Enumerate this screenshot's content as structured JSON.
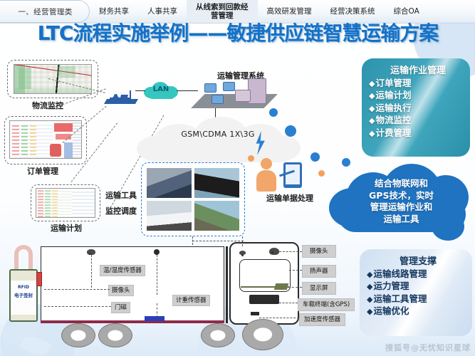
{
  "nav": {
    "category_chip": "一、经营管理类",
    "tabs": [
      {
        "label": "财务共享",
        "active": false
      },
      {
        "label": "人事共享",
        "active": false
      },
      {
        "label": "从线索到回款经\n营管理",
        "active": true
      },
      {
        "label": "高效研发管理",
        "active": false
      },
      {
        "label": "经营决策系统",
        "active": false
      },
      {
        "label": "综合OA",
        "active": false
      }
    ]
  },
  "slide": {
    "title": "LTC流程实施举例——敏捷供应链智慧运输方案",
    "watermark": "搜狐号@无忧知识星球"
  },
  "left_modules": [
    {
      "caption": "物流监控"
    },
    {
      "caption": "订单管理"
    },
    {
      "caption": "运输计划"
    }
  ],
  "labels": {
    "transport_tool_line1": "运输工具",
    "transport_tool_line2": "监控调度",
    "tms": "运输管理系统",
    "lan": "LAN",
    "network": "GSM\\CDMA 1X\\3G",
    "document_handling": "运输单据处理",
    "rfid_line1": "RFID",
    "rfid_line2": "电子签封"
  },
  "panel_ops": {
    "title": "运输作业管理",
    "items": [
      "订单管理",
      "运输计划",
      "运输执行",
      "物流监控",
      "计费管理"
    ]
  },
  "panel_mgmt": {
    "title": "管理支撑",
    "items": [
      "运输线路管理",
      "运力管理",
      "运输工具管理",
      "运输优化"
    ]
  },
  "cloud_callout": {
    "line1": "结合物联网和",
    "line2": "GPS技术，实时",
    "line3": "管理运输作业和",
    "line4": "运输工具"
  },
  "truck_sensors": {
    "left": [
      "温/湿度传感器",
      "摄像头",
      "门磁"
    ],
    "center": [
      "计重传感器"
    ],
    "right": [
      "摄像头",
      "扬声器",
      "显示屏",
      "车载终端(含GPS)",
      "加速度传感器"
    ]
  },
  "colors": {
    "title_blue": "#1671c6",
    "panel_teal": "#3ea5bc",
    "cloud_blue": "#1f73c1",
    "lan_teal": "#35c6c0",
    "accent_orange": "#f2a15c",
    "sensor_label_bg": "#cfcfcf"
  }
}
